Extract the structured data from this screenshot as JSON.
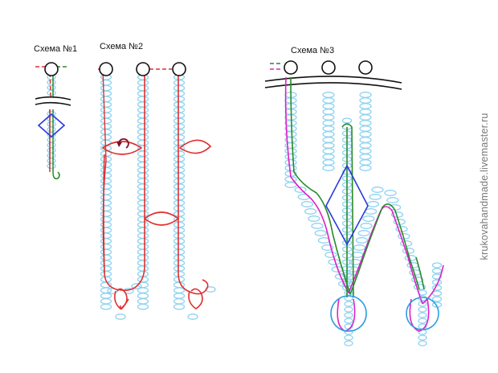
{
  "schemes": [
    {
      "label": "Схема №1"
    },
    {
      "label": "Схема №2"
    },
    {
      "label": "Схема №3"
    }
  ],
  "watermark": "krukovahandmade.livemaster.ru",
  "colors": {
    "bead": "#8fd3f0",
    "thread_red": "#e03030",
    "thread_green": "#2a8a2a",
    "thread_magenta": "#e020c8",
    "diamond": "#2a3ad8",
    "ring": "#1a1a1a",
    "big_bead": "#2a9ee0",
    "twist_arrow": "#7a1030"
  }
}
